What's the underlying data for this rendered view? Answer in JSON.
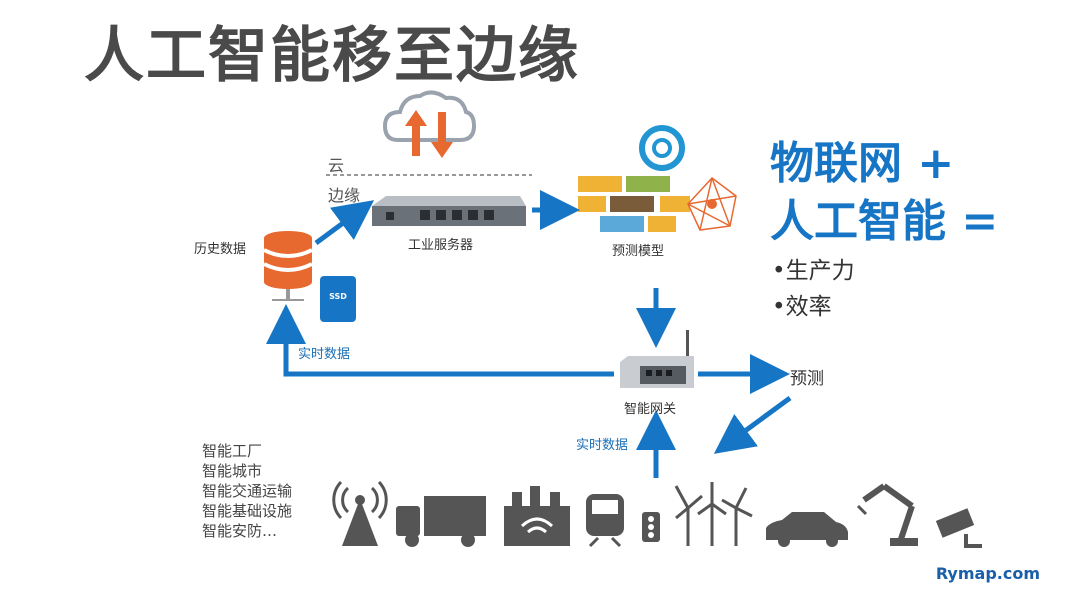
{
  "title": "人工智能移至边缘",
  "labels": {
    "cloud": "云",
    "edge": "边缘",
    "history": "历史数据",
    "server": "工业服务器",
    "model": "预测模型",
    "gateway": "智能网关",
    "realtime_left": "实时数据",
    "realtime_bottom": "实时数据",
    "predict": "预测",
    "ssd": "SSD"
  },
  "formula": {
    "line1": "物联网 +",
    "line2": "人工智能 =",
    "bullets": [
      "•生产力",
      "•效率"
    ]
  },
  "applications": [
    "智能工厂",
    "智能城市",
    "智能交通运输",
    "智能基础设施",
    "智能安防…"
  ],
  "brand": "Rymap.com",
  "colors": {
    "blue": "#1675c4",
    "orange": "#e8692f",
    "gray": "#4a4a4a"
  }
}
